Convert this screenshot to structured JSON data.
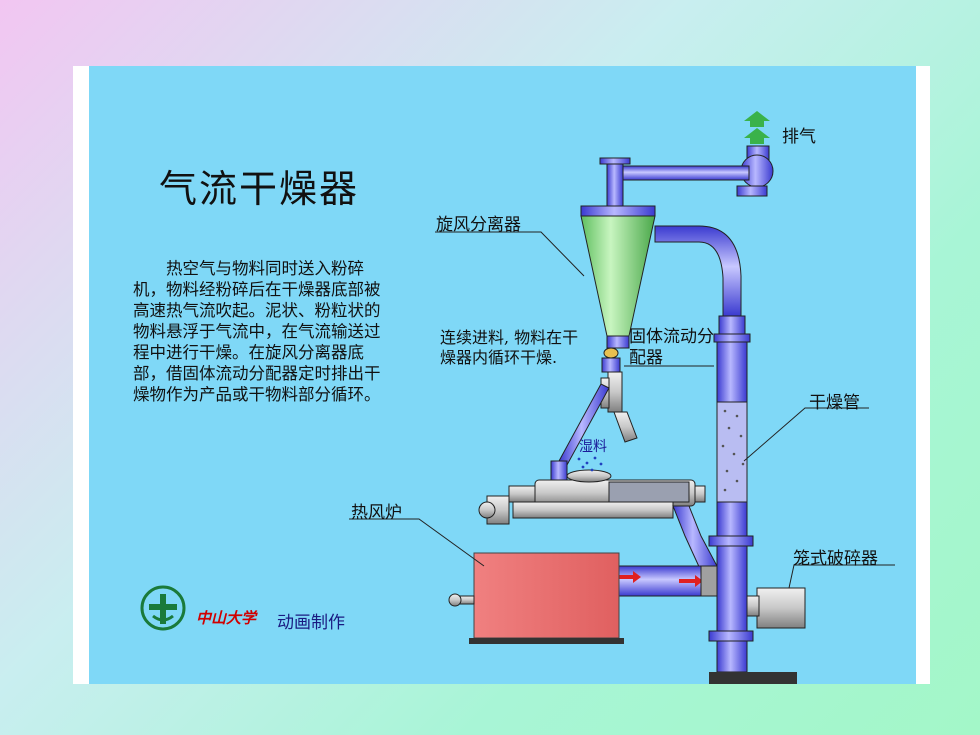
{
  "title": "气流干燥器",
  "description": "热空气与物料同时送入粉碎机，物料经粉碎后在干燥器底部被高速热气流吹起。泥状、粉粒状的物料悬浮于气流中，在气流输送过程中进行干燥。在旋风分离器底部，借固体流动分配器定时排出干燥物作为产品或干物料部分循环。",
  "note": "连续进料, 物料在干燥器内循环干燥.",
  "labels": {
    "exhaust": "排气",
    "cyclone": "旋风分离器",
    "distributor": "固体流动分配器",
    "dryer_tube": "干燥管",
    "wet_material": "湿料",
    "hot_air_furnace": "热风炉",
    "cage_crusher": "笼式破碎器"
  },
  "footer": {
    "university": "中山大学",
    "credit": "动画制作"
  },
  "colors": {
    "slide_bg": "#7fd8f7",
    "pipe": "#6f6ff0",
    "cyclone": "#8fd98f",
    "furnace": "#f07878"
  }
}
